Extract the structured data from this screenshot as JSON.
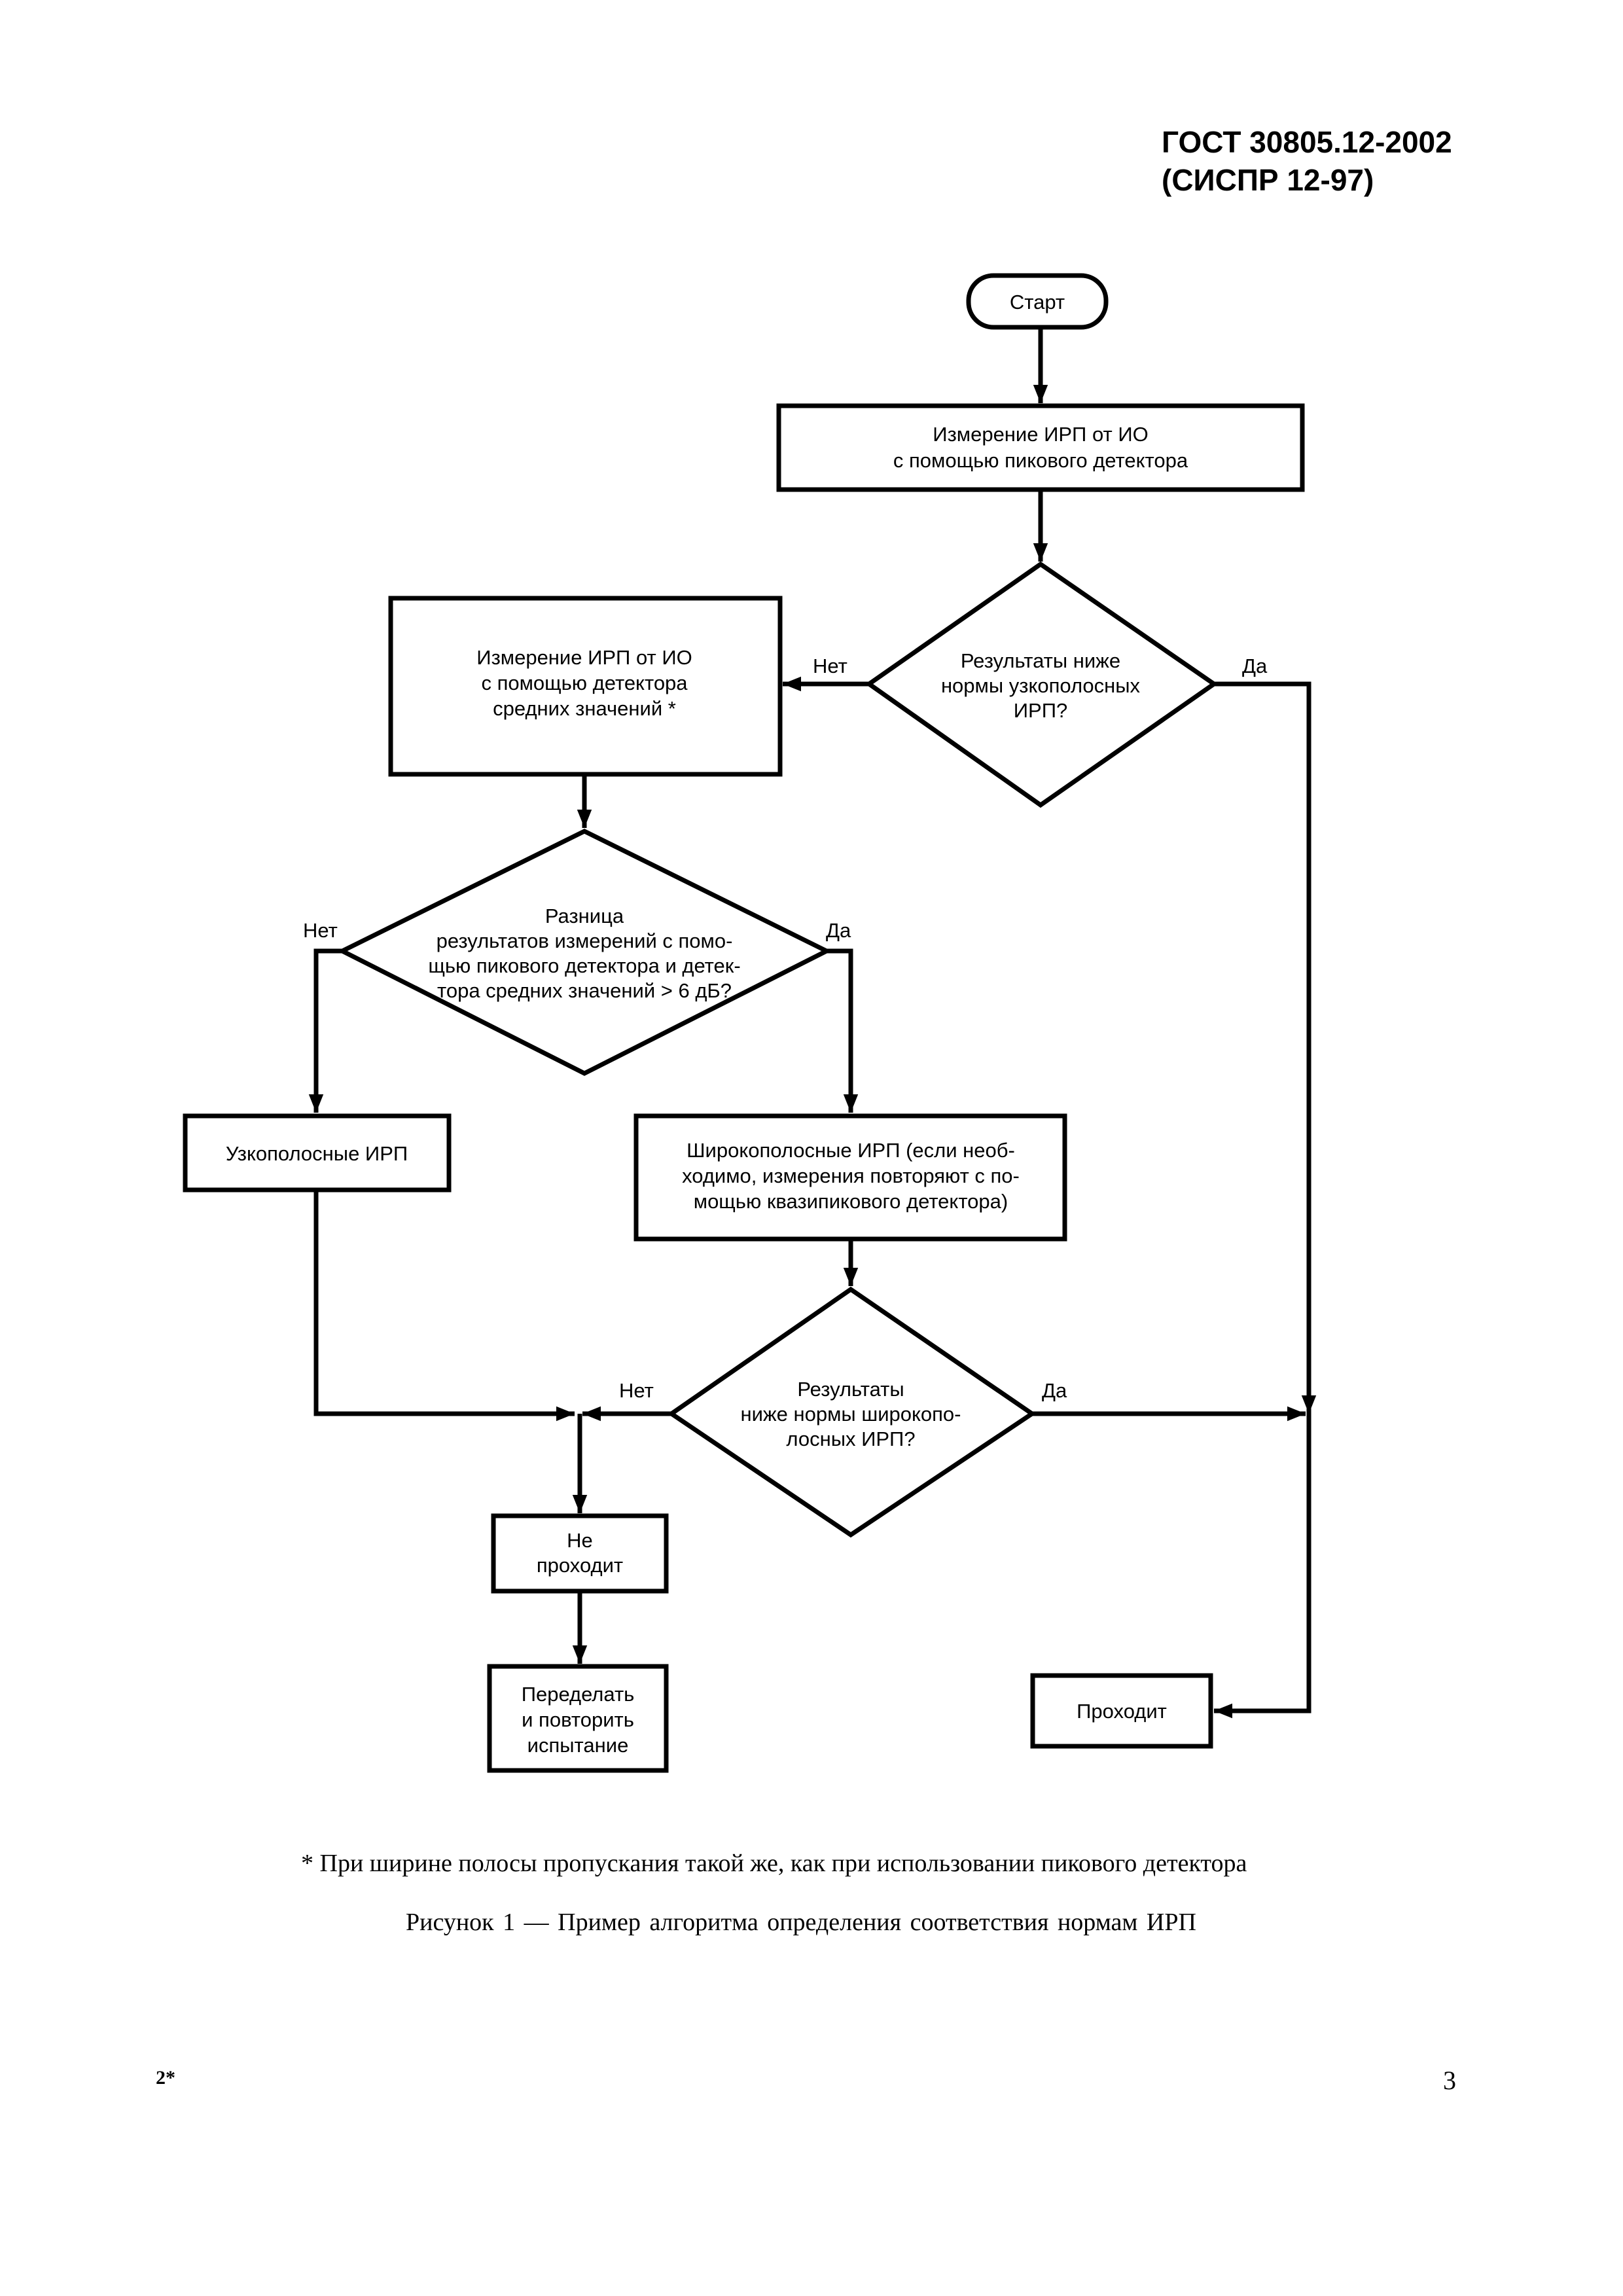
{
  "header": {
    "standard": "ГОСТ 30805.12-2002",
    "equivalent": "(СИСПР 12-97)"
  },
  "flowchart": {
    "start": "Старт",
    "peak_measure": [
      "Измерение ИРП от ИО",
      "с помощью пикового детектора"
    ],
    "decision_narrow": [
      "Результаты ниже",
      "нормы узкополосных",
      "ИРП?"
    ],
    "average_measure": [
      "Измерение ИРП от ИО",
      "с помощью детектора",
      "средних значений *"
    ],
    "decision_difference": [
      "Разница",
      "результатов измерений с помо-",
      "щью пикового детектора и детек-",
      "тора средних значений > 6 дБ?"
    ],
    "narrowband": "Узкополосные ИРП",
    "broadband": [
      "Широкополосные ИРП (если необ-",
      "ходимо, измерения повторяют с по-",
      "мощью квазипикового детектора)"
    ],
    "decision_broad": [
      "Результаты",
      "ниже нормы широкопо-",
      "лосных ИРП?"
    ],
    "fail": [
      "Не",
      "проходит"
    ],
    "redo": [
      "Переделать",
      "и повторить",
      "испытание"
    ],
    "pass": "Проходит",
    "yes": "Да",
    "no": "Нет"
  },
  "footnote": "* При ширине полосы пропускания такой же, как при использовании пикового детектора",
  "caption": "Рисунок 1 — Пример алгоритма определения соответствия нормам ИРП",
  "page_mark_left": "2*",
  "page_number": "3"
}
